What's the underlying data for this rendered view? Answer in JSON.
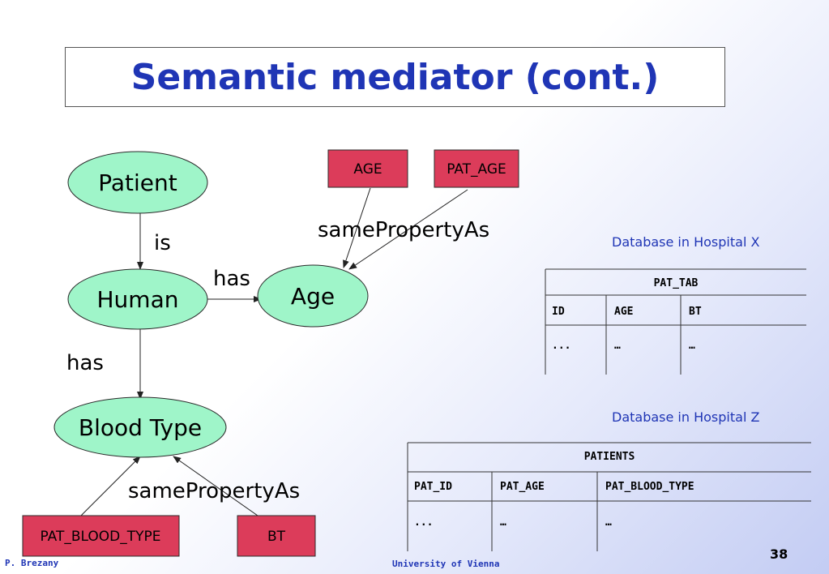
{
  "slide": {
    "title": "Semantic mediator (cont.)",
    "footer_left": "P. Brezany",
    "footer_center": "University of Vienna",
    "page_number": "38"
  },
  "diagram": {
    "nodes": {
      "patient": "Patient",
      "human": "Human",
      "age": "Age",
      "blood_type": "Blood Type"
    },
    "edges": {
      "is": "is",
      "has_age": "has",
      "has_blood": "has",
      "same_property_top": "samePropertyAs",
      "same_property_bottom": "samePropertyAs"
    },
    "columns": {
      "age": "AGE",
      "pat_age": "PAT_AGE",
      "pat_blood_type": "PAT_BLOOD_TYPE",
      "bt": "BT"
    },
    "colors": {
      "concept": "#9ff5c9",
      "column": "#dc3c5a",
      "title": "#1f35b5"
    }
  },
  "db_x": {
    "caption": "Database in Hospital X",
    "table_name": "PAT_TAB",
    "headers": [
      "ID",
      "AGE",
      "BT"
    ],
    "row": [
      "...",
      "…",
      "…"
    ]
  },
  "db_z": {
    "caption": "Database in Hospital Z",
    "table_name": "PATIENTS",
    "headers": [
      "PAT_ID",
      "PAT_AGE",
      "PAT_BLOOD_TYPE"
    ],
    "row": [
      "...",
      "…",
      "…"
    ]
  }
}
